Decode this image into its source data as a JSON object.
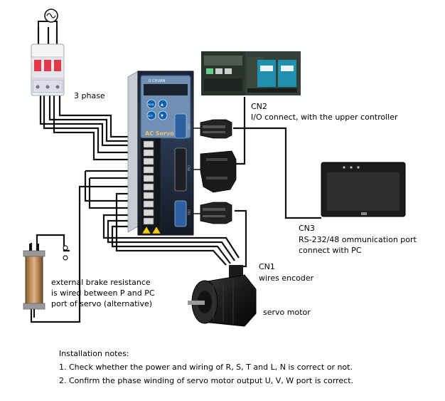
{
  "labels": {
    "three_phase": "3 phase",
    "cn2": "CN2",
    "cn2_desc": "I/O connect, with the upper controller",
    "cn3": "CN3",
    "cn3_desc1": "RS-232/48 ommunication port",
    "cn3_desc2": "connect with PC",
    "cn1": "CN1",
    "cn1_desc": "wires encoder",
    "brake1": "external brake resistance",
    "brake2": "is wired between P and PC",
    "brake3": "port of servo (alternative)",
    "servo_motor": "servo motor"
  },
  "drive": {
    "brand": "U CHUAN",
    "model": "AC Servo",
    "buttons": [
      "MOD",
      "▲",
      "SET",
      "▼"
    ],
    "port_labels": [
      "CN1",
      "CN2",
      "CN3"
    ]
  },
  "notes": {
    "title": "Installation notes:",
    "items": [
      "1. Check whether the power and wiring of R, S, T and L, N is correct or not.",
      "2. Confirm the phase winding of servo motor output U, V, W port is correct."
    ]
  },
  "colors": {
    "wire": "#111111",
    "drive_body": "#2a3a55",
    "drive_panel": "#6f8fb3",
    "plc_body": "#2c3a2c",
    "plc_accent": "#1f8fb0",
    "resistor": "#b78a5a",
    "hmi_bezel": "#1c1c1c",
    "hmi_screen": "#2a2a2a"
  },
  "icons": {
    "ac_source": "ac-source-icon",
    "breaker": "circuit-breaker-icon",
    "plc": "plc-controller-icon",
    "hmi": "hmi-touchscreen-icon",
    "motor": "servo-motor-icon",
    "resistor": "brake-resistor-icon"
  }
}
